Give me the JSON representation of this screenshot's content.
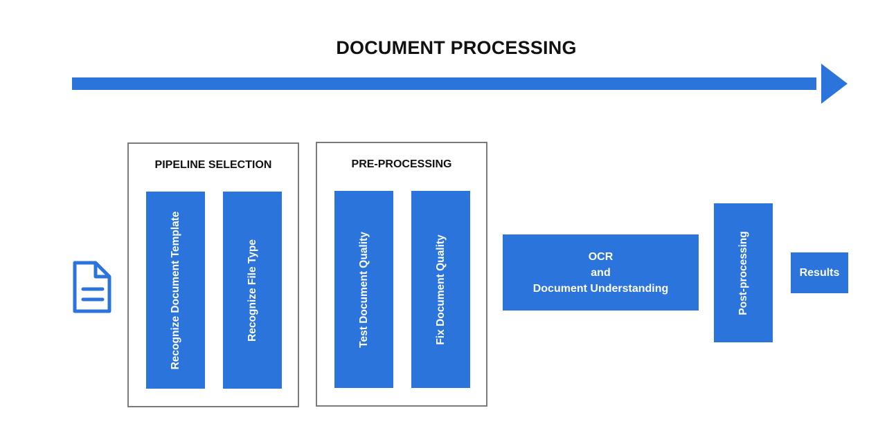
{
  "title": "DOCUMENT PROCESSING",
  "colors": {
    "accent": "#2b74dc",
    "border": "#7a7a7a",
    "text": "#111111"
  },
  "icons": {
    "document": "document-icon",
    "arrow": "arrow-right-icon"
  },
  "pipeline_selection": {
    "title": "PIPELINE SELECTION",
    "steps": [
      "Recognize Document Template",
      "Recognize File Type"
    ]
  },
  "pre_processing": {
    "title": "PRE-PROCESSING",
    "steps": [
      "Test Document Quality",
      "Fix Document Quality"
    ]
  },
  "ocr": {
    "lines": [
      "OCR",
      "and",
      "Document Understanding"
    ]
  },
  "post_processing": {
    "label": "Post-processing"
  },
  "results": {
    "label": "Results"
  }
}
